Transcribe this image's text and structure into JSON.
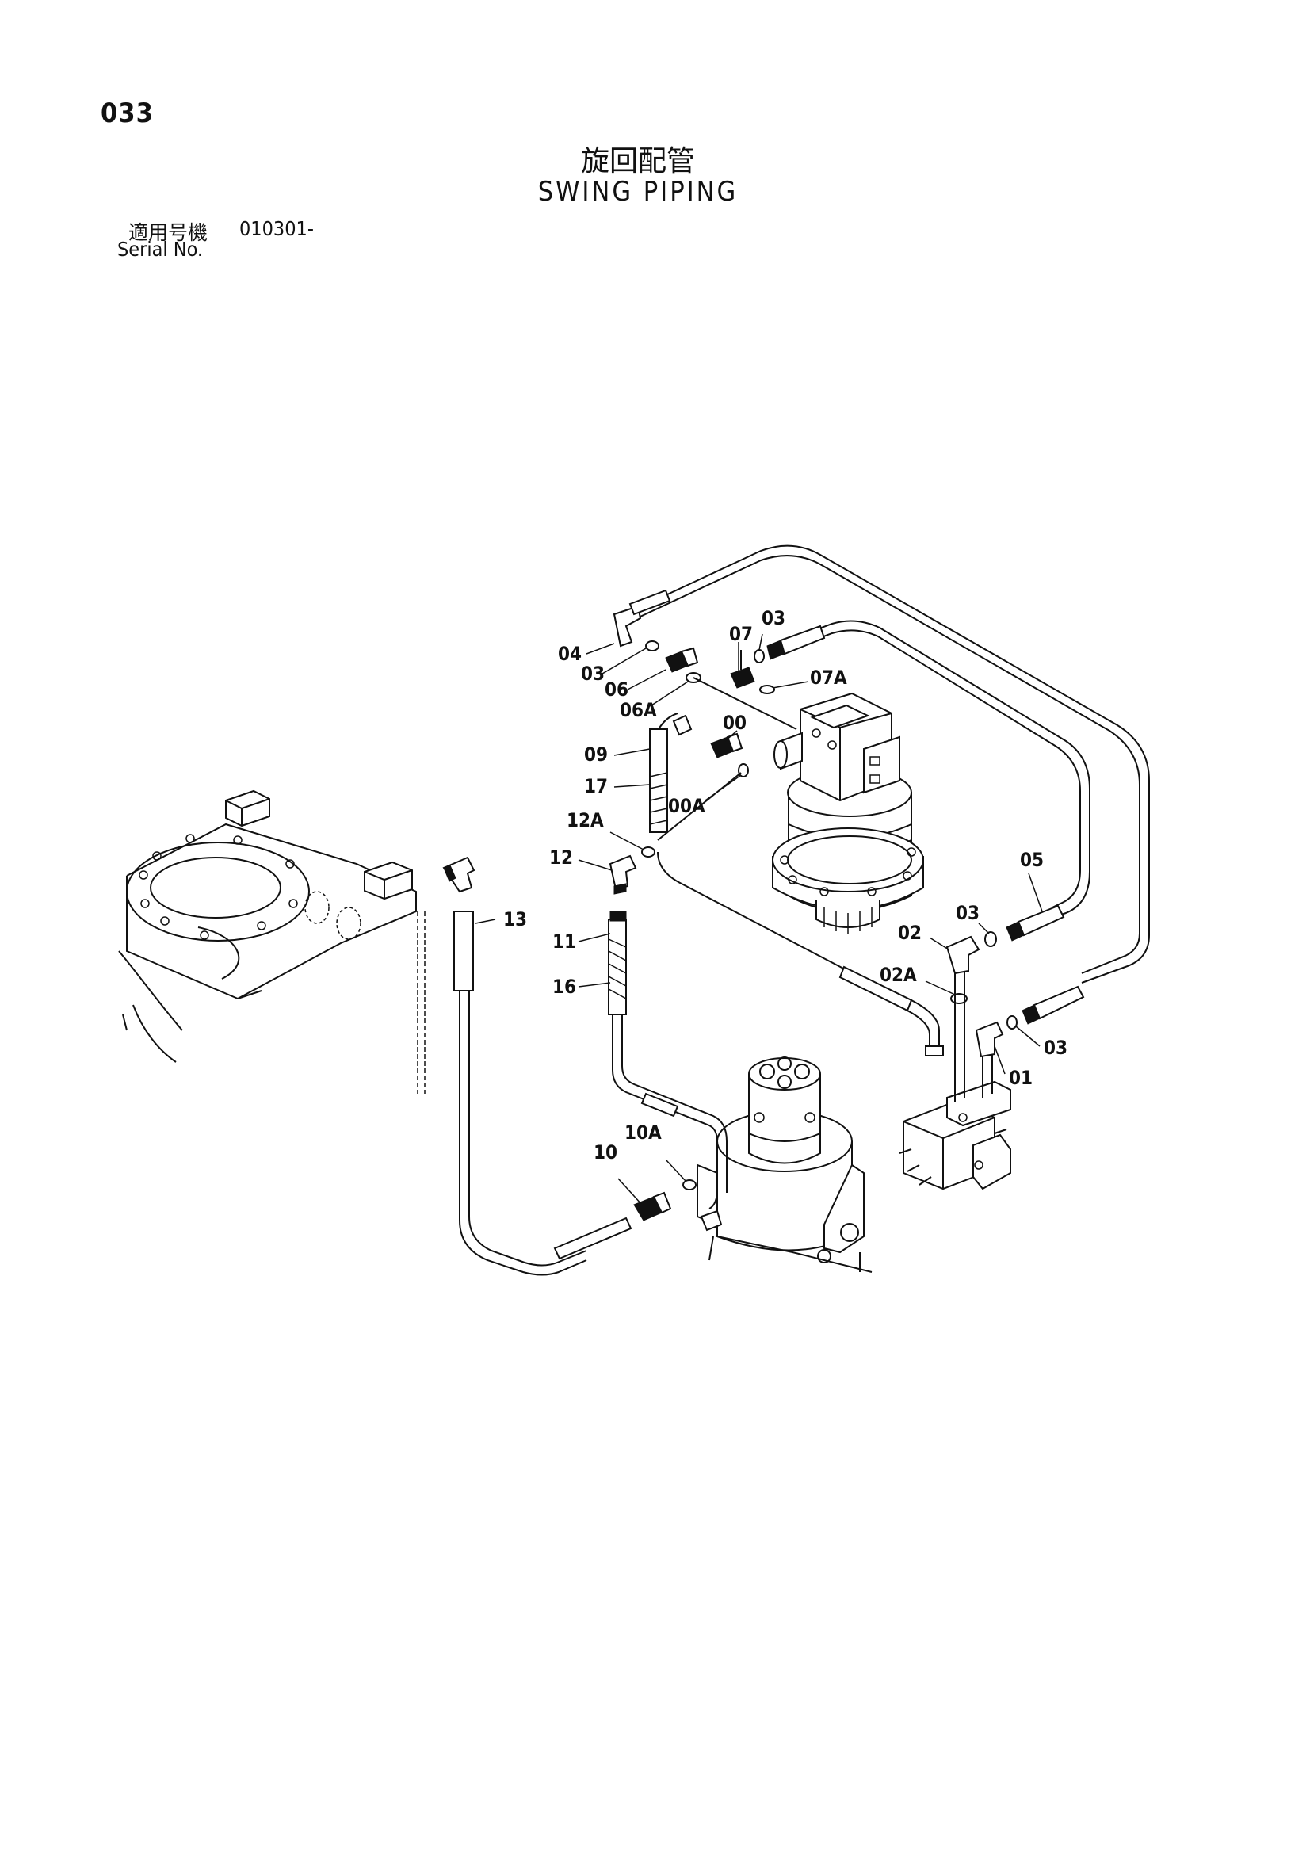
{
  "header": {
    "page_number": "033",
    "title_jp": "旋回配管",
    "title_en": "SWING PIPING",
    "serial_label_jp": "適用号機",
    "serial_value": "010301-",
    "serial_label_en": "Serial No."
  },
  "callouts": [
    "04",
    "03",
    "06",
    "06A",
    "07",
    "03",
    "07A",
    "00",
    "09",
    "17",
    "00A",
    "12A",
    "12",
    "13",
    "05",
    "03",
    "11",
    "02",
    "16",
    "02A",
    "03",
    "01",
    "10A",
    "10"
  ]
}
